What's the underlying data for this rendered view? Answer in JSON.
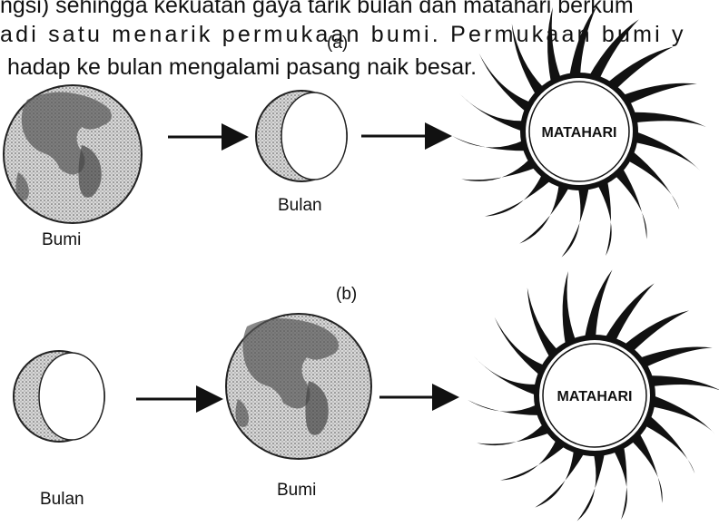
{
  "paragraph": {
    "line1": "ngsi) sehingga kekuatan gaya tarik bulan dan matahari berkum",
    "line2": "adi satu menarik permukaan bumi. Permukaan bumi y",
    "line3": "hadap ke bulan mengalami pasang naik besar."
  },
  "panel_a": {
    "label": "(a)",
    "earth_label": "Bumi",
    "moon_label": "Bulan",
    "sun_label": "MATAHARI"
  },
  "panel_b": {
    "label": "(b)",
    "moon_label": "Bulan",
    "earth_label": "Bumi",
    "sun_label": "MATAHARI"
  }
}
